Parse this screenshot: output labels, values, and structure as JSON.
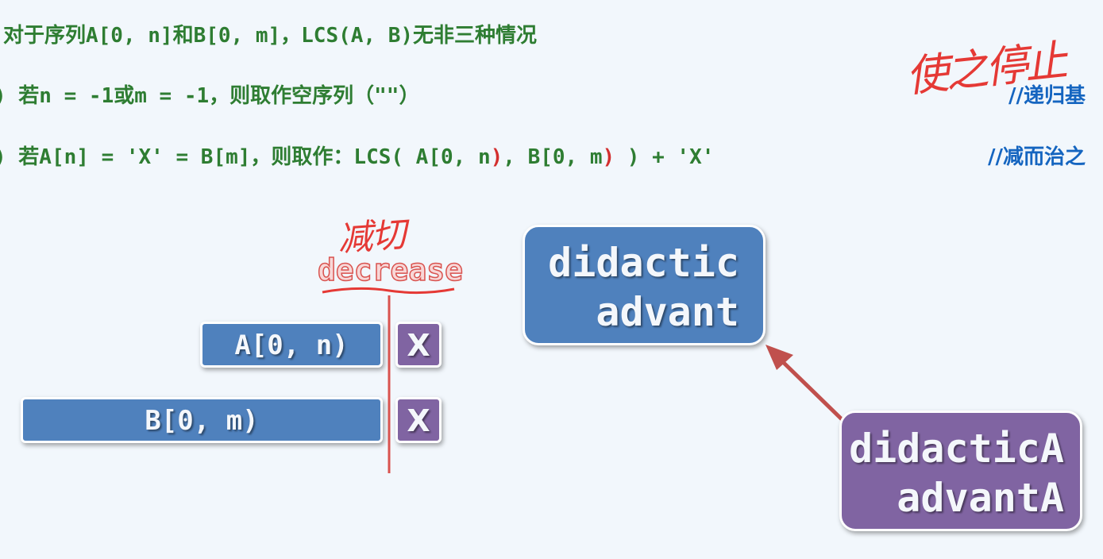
{
  "lines": {
    "line1": "对于序列A[0, n]和B[0, m]，LCS(A, B)无非三种情况",
    "line2": ") 若n = -1或m = -1，则取作空序列（\"\"）",
    "line3_pre": ") 若A[n] = 'X' = B[m]，则取作：LCS( A[0, n",
    "line3_p1": ")",
    "line3_mid": ", B[0, m",
    "line3_p2": ")",
    "line3_post": " ) + 'X'"
  },
  "comments": {
    "base": "//递归基",
    "decrease_conquer": "//减而治之"
  },
  "annotations": {
    "handwritten_stop": "使之停止",
    "handwritten_cut": "减切",
    "decrease": "decrease"
  },
  "diagram": {
    "seq_a": "A[0, n)",
    "seq_b": "B[0, m)",
    "x_a": "X",
    "x_b": "X",
    "example1_line1": "didactic",
    "example1_line2": "advant",
    "example2_line1": "didacticA",
    "example2_line2": "advantA"
  },
  "colors": {
    "green_text": "#2e7d32",
    "blue_comment": "#1565c0",
    "blue_box": "#4f81bd",
    "purple_box": "#8064a2",
    "red_ink": "#e53935"
  }
}
